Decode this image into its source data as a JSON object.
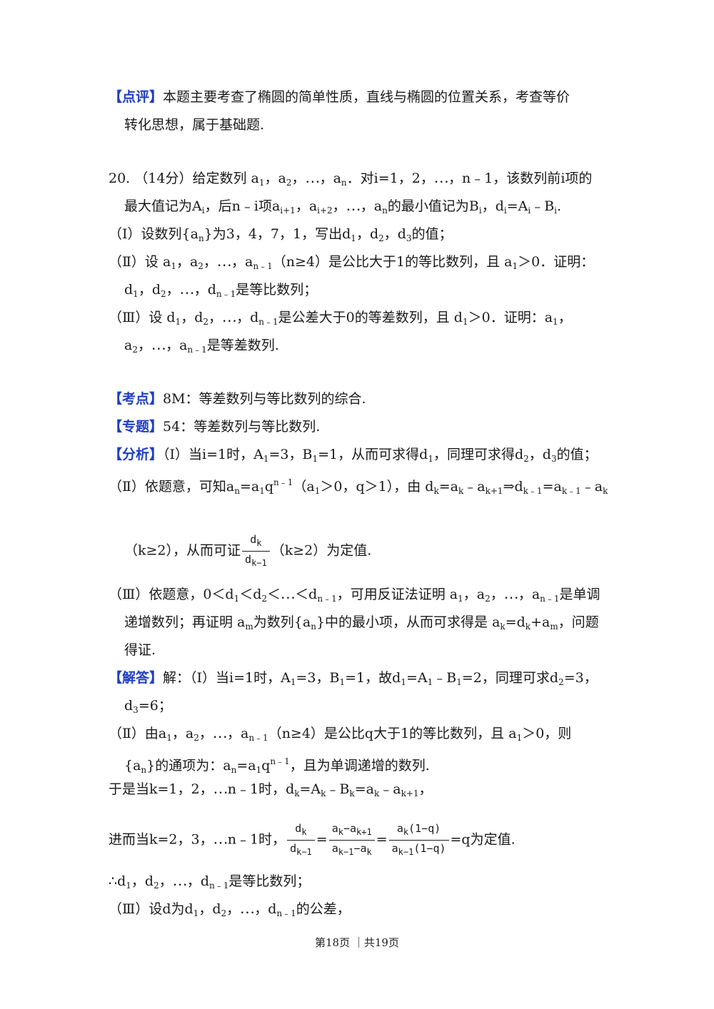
{
  "comment": {
    "tag": "【点评】",
    "line1": "本题主要考查了椭圆的简单性质，直线与椭圆的位置关系，考查等价",
    "line2": "转化思想，属于基础题."
  },
  "problem": {
    "number": "20.",
    "score": "（14分）",
    "intro_a": "给定数列",
    "intro_b": "对",
    "intro_c": "，该数列前",
    "intro_d": "项的",
    "max_a": "最大值记为",
    "max_b": "，后",
    "max_c": "项",
    "max_d": "的最小值记为",
    "p1_label": "（Ⅰ）",
    "p1_text": "设数列{a",
    "p1_rest": "}为3，4，7，1，写出",
    "p1_end": "的值；",
    "p2_label": "（Ⅱ）",
    "p2_text": "设",
    "p2_rest": "（n≥4）是公比大于1的等比数列，且",
    "p2_end": "证明：",
    "p2_line2": "是等比数列；",
    "p3_label": "（Ⅲ）",
    "p3_text": "设",
    "p3_rest": "是公差大于0的等差数列，且",
    "p3_end": "证明：",
    "p3_line2": "是等差数列."
  },
  "kaodian": {
    "tag": "【考点】",
    "text": "8M：等差数列与等比数列的综合."
  },
  "zhuanti": {
    "tag": "【专题】",
    "text": "54：等差数列与等比数列."
  },
  "fenxi": {
    "tag": "【分析】",
    "l1_a": "（Ⅰ）当i=1时，",
    "l1_b": "，从而可求得",
    "l1_c": "，同理可求得",
    "l1_d": "的值；",
    "l2_a": "（Ⅱ）依题意，可知",
    "l2_b": "，由",
    "l3_a": "（k≥2），从而可证",
    "l3_b": "（k≥2）为定值.",
    "l4_a": "（Ⅲ）依题意，",
    "l4_b": "，可用反证法证明",
    "l4_c": "是单调",
    "l5_a": "递增数列；再证明",
    "l5_b": "为数列{a",
    "l5_c": "}中的最小项，从而可求得是",
    "l5_d": "，问题",
    "l6": "得证."
  },
  "jieda": {
    "tag": "【解答】",
    "l1_a": "解：（Ⅰ）当i=1时，",
    "l1_b": "，故",
    "l1_c": "，同理可求",
    "l2": "d3=6；",
    "l3_a": "（Ⅱ）由",
    "l3_b": "（n≥4）是公比q大于1的等比数列，且",
    "l3_c": "，则",
    "l4_a": "}的通项为：",
    "l4_b": "，且为单调递增的数列.",
    "l5_a": "于是当k=1，2，⋯n﹣1时，",
    "l6_a": "进而当k=2，3，⋯n﹣1时，",
    "l6_b": "=q为定值.",
    "l7": "是等比数列；",
    "l8_a": "（Ⅲ）设d为",
    "l8_b": "的公差，"
  },
  "footer": {
    "text": "第18页 ｜共19页"
  }
}
